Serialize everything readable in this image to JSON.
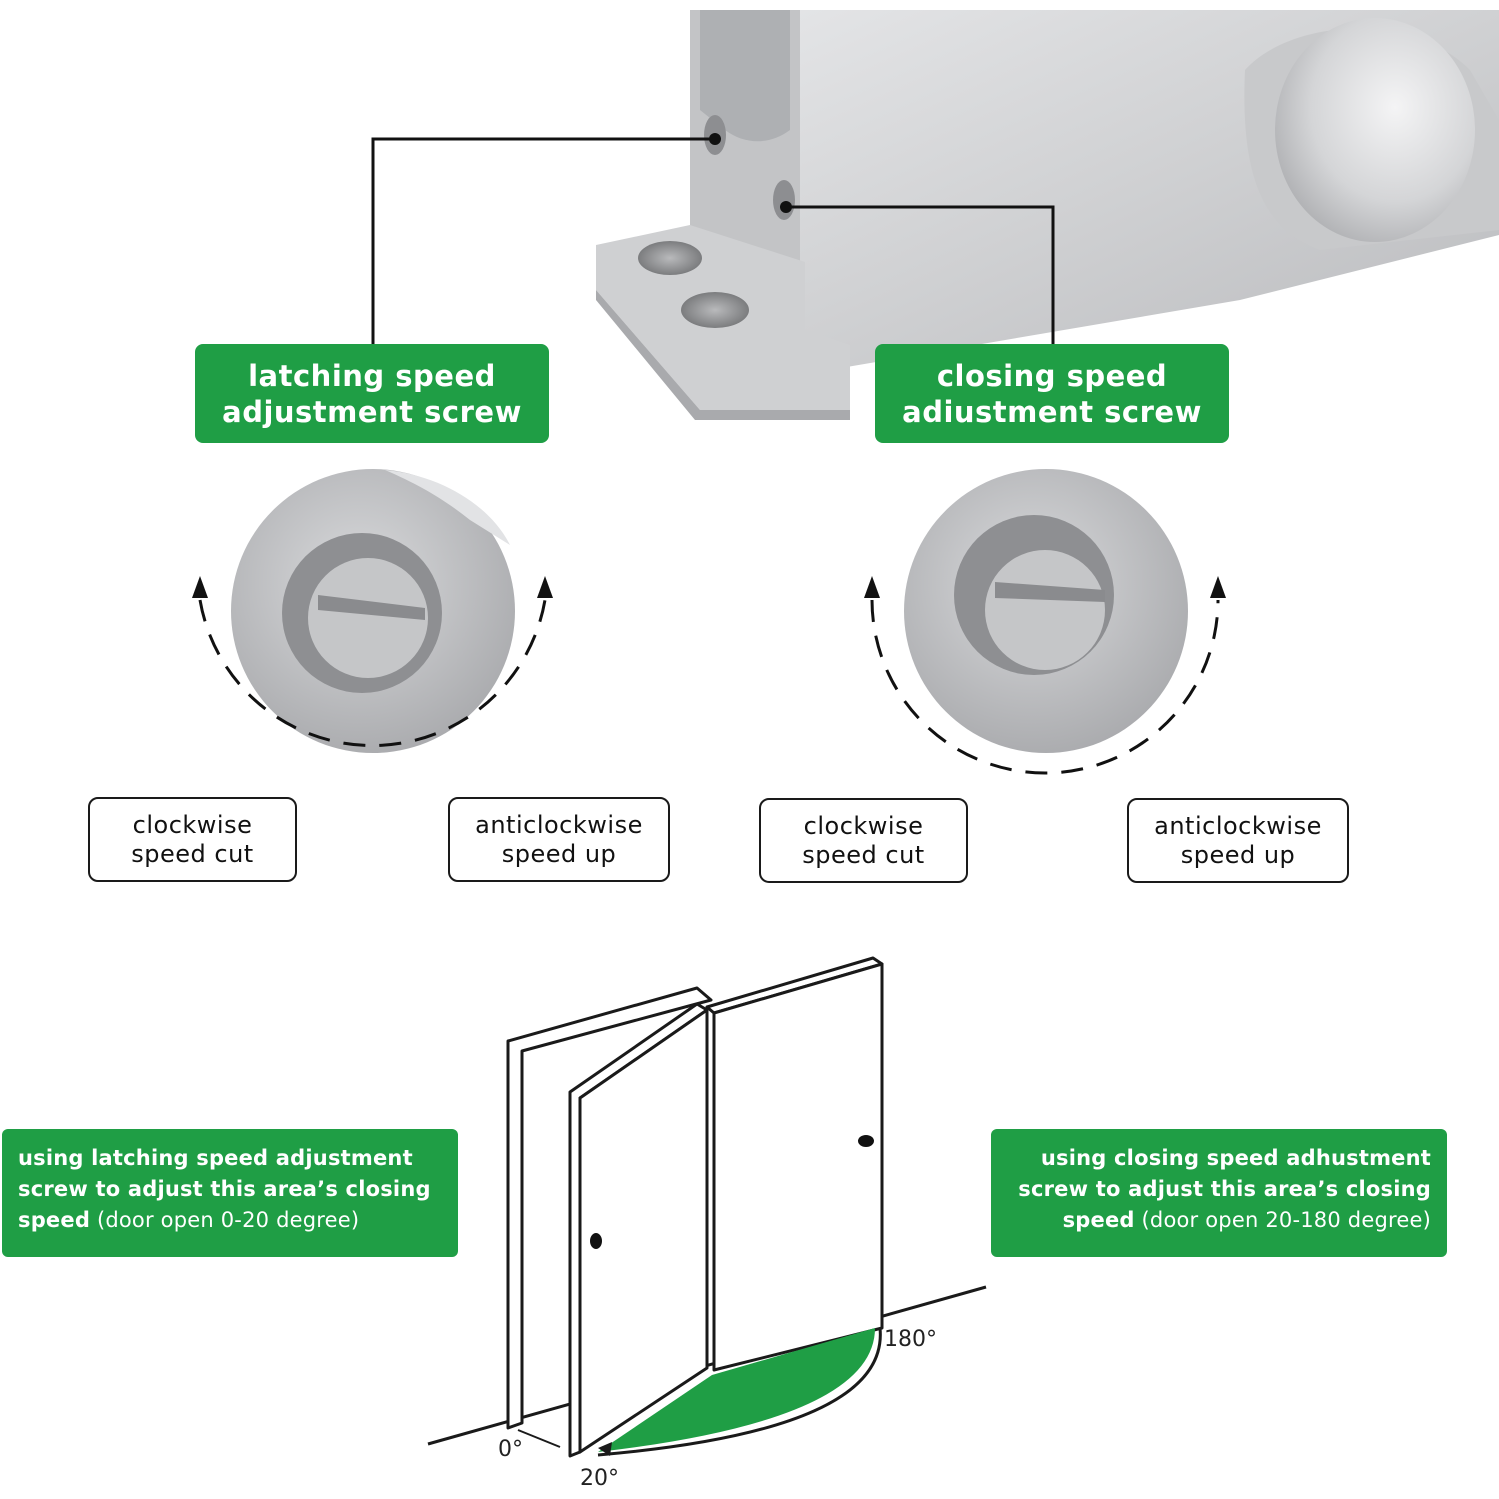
{
  "labels": {
    "latching_title": [
      "latching speed",
      "adjustment screw"
    ],
    "closing_title": [
      "closing speed",
      "adiustment screw"
    ],
    "left_cw": [
      "clockwise",
      "speed cut"
    ],
    "left_acw": [
      "anticlockwise",
      "speed up"
    ],
    "right_cw": [
      "clockwise",
      "speed cut"
    ],
    "right_acw": [
      "anticlockwise",
      "speed up"
    ]
  },
  "notes": {
    "left": {
      "line1": "using latching speed adjustment",
      "line2": "screw to adjust this area’s closing",
      "line3_bold": "speed",
      "line3_rest": " (door open 0-20 degree)"
    },
    "right": {
      "line1": "using closing speed adhustment",
      "line2": "screw to adjust this area’s closing",
      "line3_bold": "speed",
      "line3_rest": " (door open 20-180 degree)"
    }
  },
  "angles": {
    "a0": "0°",
    "a20": "20°",
    "a180": "180°"
  },
  "colors": {
    "accent_green": "#1f9e45",
    "metal": "#c9cacc",
    "outline": "#1a1a1a"
  }
}
